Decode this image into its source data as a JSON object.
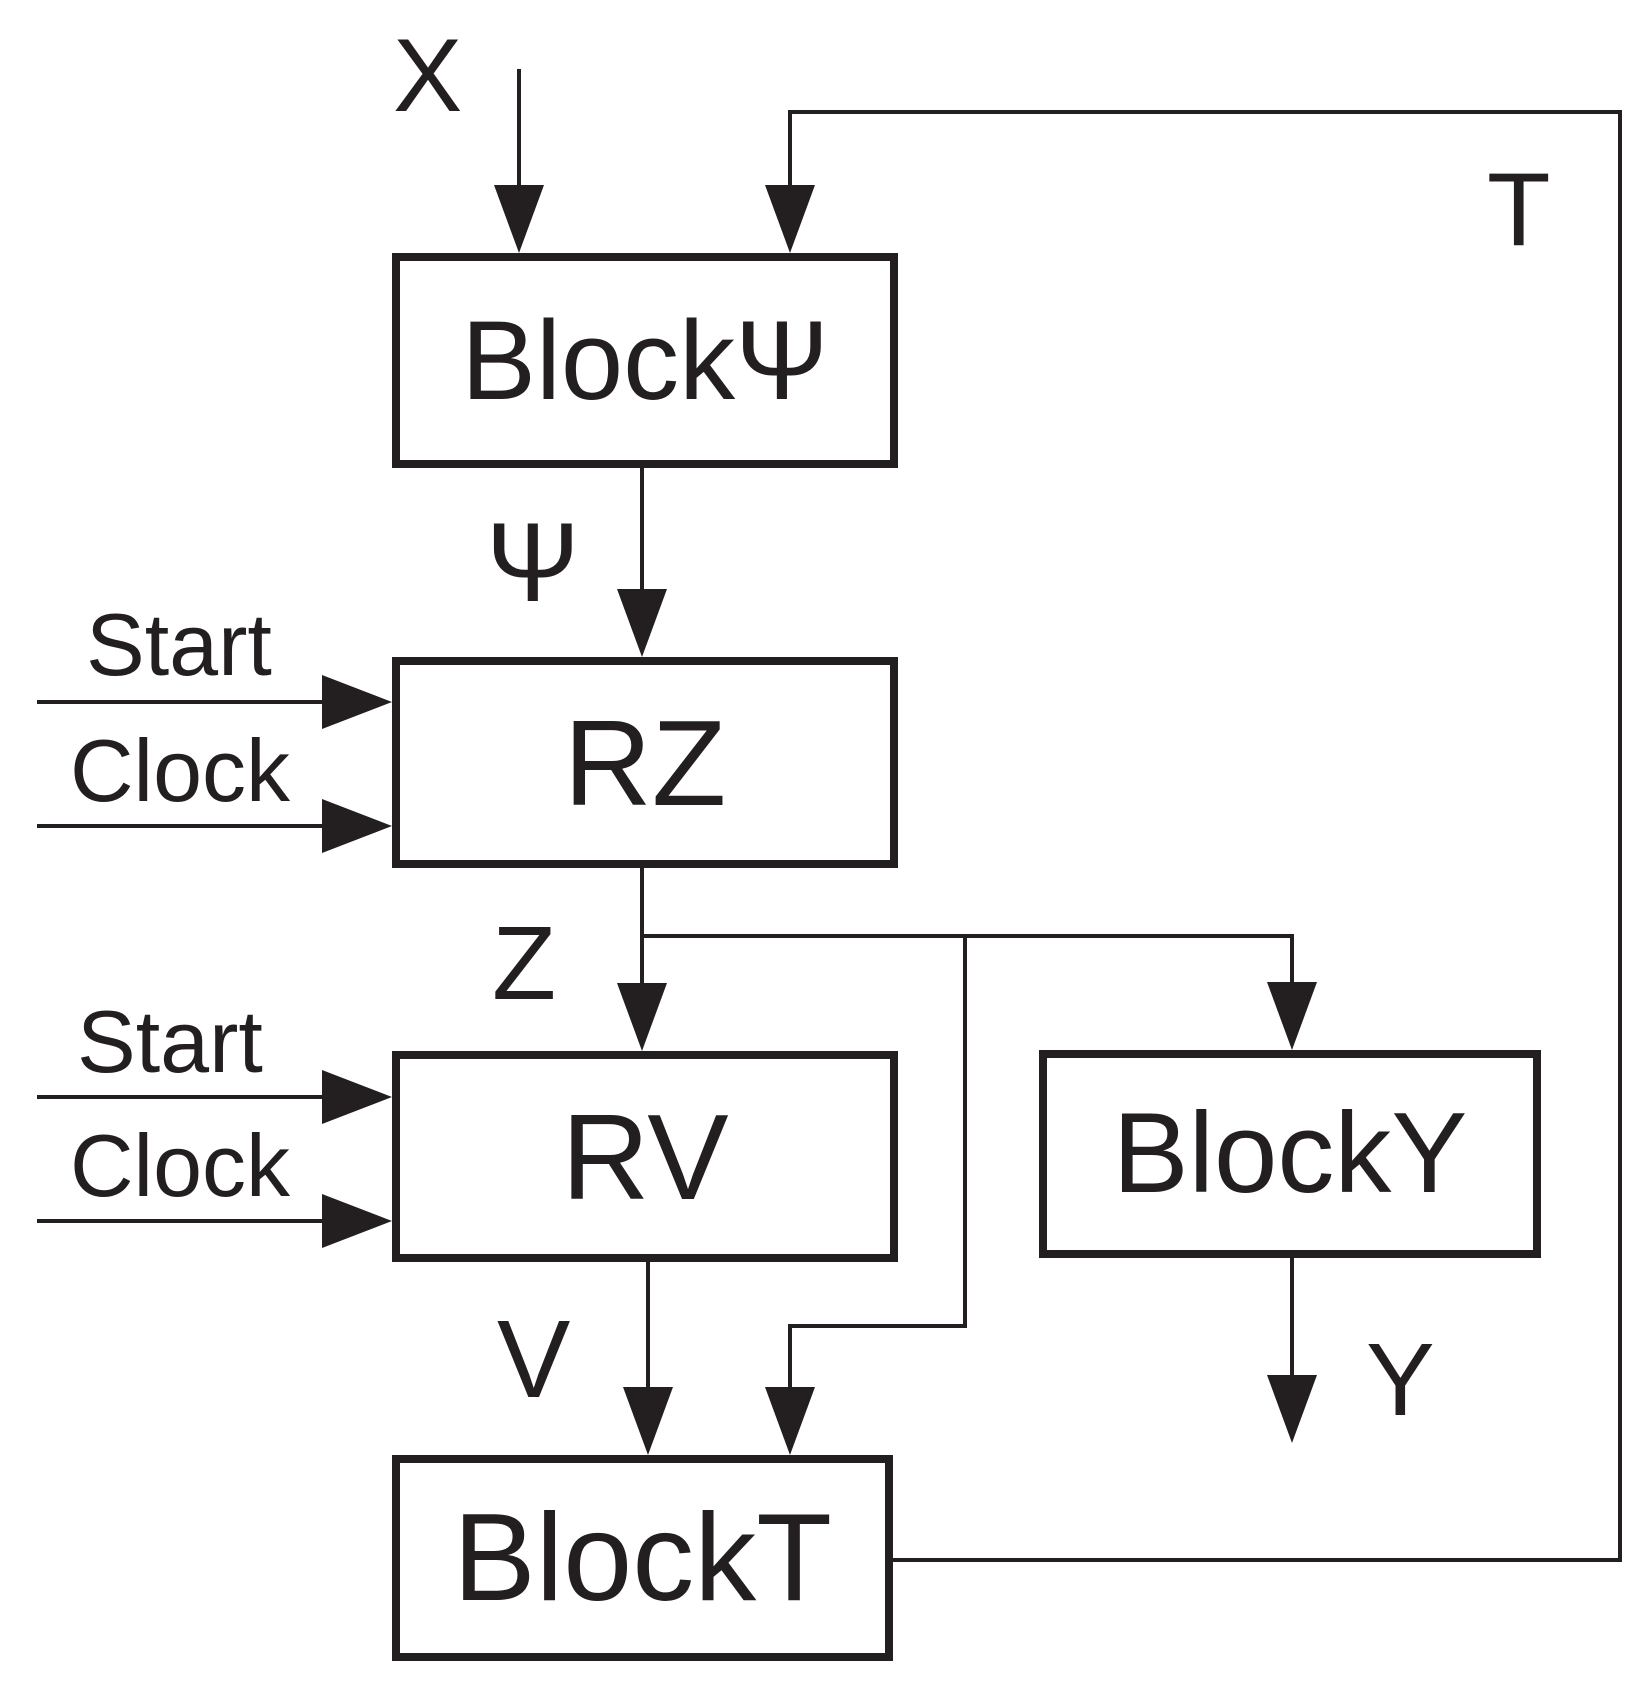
{
  "colors": {
    "ink": "#231f20",
    "background": "#ffffff"
  },
  "blocks": {
    "block_psi": "BlockΨ",
    "rz": "RZ",
    "rv": "RV",
    "block_y": "BlockY",
    "block_t": "BlockT"
  },
  "signals": {
    "x": "X",
    "t": "T",
    "psi": "Ψ",
    "z": "Z",
    "v": "V",
    "y": "Y",
    "start_rz": "Start",
    "clock_rz": "Clock",
    "start_rv": "Start",
    "clock_rv": "Clock"
  }
}
